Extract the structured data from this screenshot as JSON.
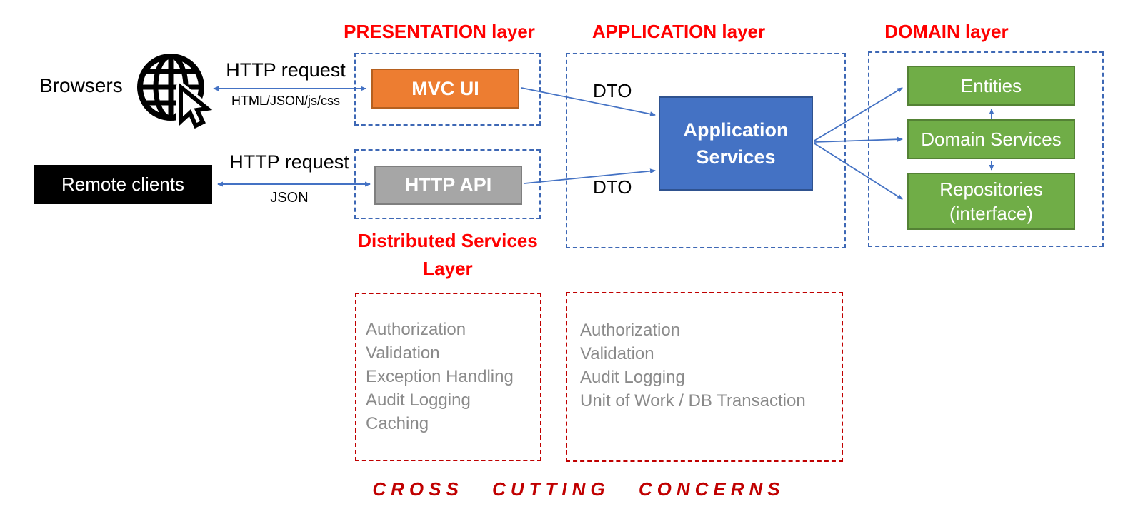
{
  "clients": {
    "browsers_label": "Browsers",
    "remote_clients_label": "Remote clients",
    "http_request_top": "HTTP request",
    "http_payload_top": "HTML/JSON/js/css",
    "http_request_bottom": "HTTP request",
    "http_payload_bottom": "JSON"
  },
  "presentation": {
    "title": "PRESENTATION layer",
    "mvc_ui_label": "MVC UI",
    "http_api_label": "HTTP API",
    "distributed_line1": "Distributed Services",
    "distributed_line2": "Layer"
  },
  "application": {
    "title": "APPLICATION layer",
    "dto_top": "DTO",
    "dto_bottom": "DTO",
    "app_services_line1": "Application",
    "app_services_line2": "Services"
  },
  "domain": {
    "title": "DOMAIN layer",
    "entities_label": "Entities",
    "domain_services_label": "Domain Services",
    "repositories_line1": "Repositories",
    "repositories_line2": "(interface)"
  },
  "cross_cutting": {
    "presentation_concerns": [
      "Authorization",
      "Validation",
      "Exception Handling",
      "Audit Logging",
      "Caching"
    ],
    "application_concerns": [
      "Authorization",
      "Validation",
      "Audit Logging",
      "Unit of Work / DB Transaction"
    ],
    "footer": "CROSS CUTTING CONCERNS"
  },
  "colors": {
    "accent_orange": "#ed7d31",
    "accent_gray": "#a6a6a6",
    "accent_blue": "#4472c4",
    "accent_green": "#70ad47",
    "dashed_blue": "#3e68b5",
    "dashed_red": "#c00000",
    "heading_red": "#ff0000",
    "concern_gray": "#8a8a8a",
    "arrow_blue": "#4472c4"
  }
}
